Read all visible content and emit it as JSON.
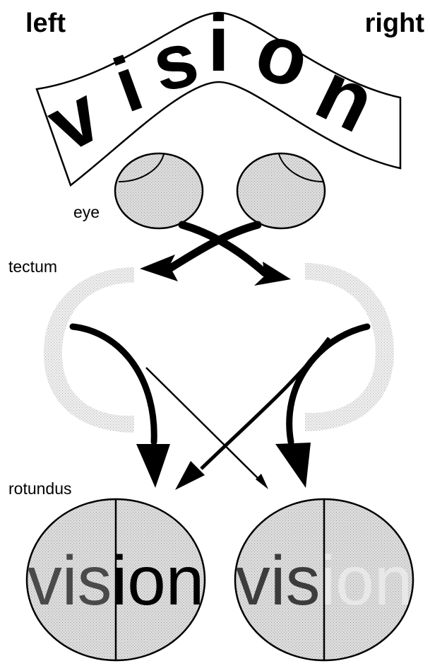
{
  "labels": {
    "left": "left",
    "right": "right",
    "eye": "eye",
    "tectum": "tectum",
    "rotundus": "rotundus"
  },
  "banner_word": [
    "v",
    "i",
    "s",
    "i",
    "o",
    "n"
  ],
  "rotundus_word": {
    "left_half": "vis",
    "right_half": "ion"
  },
  "colors": {
    "ink": "#000000",
    "shade": "#d6d6d6",
    "faded_text": "#e6e6e6",
    "dim_text": "#555555"
  }
}
